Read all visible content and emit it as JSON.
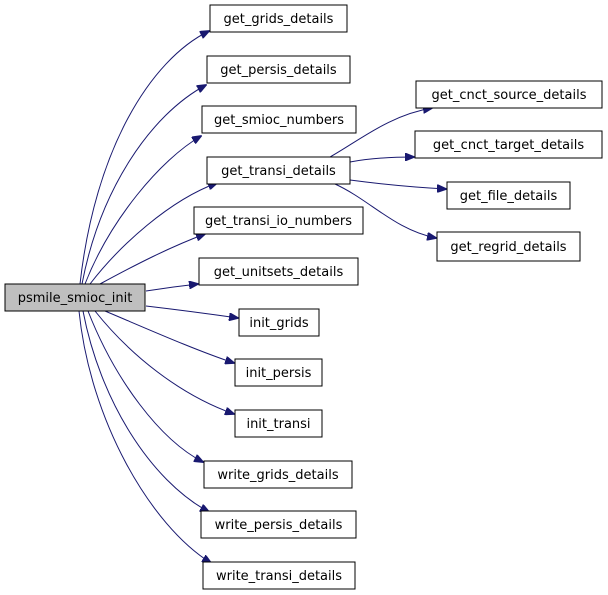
{
  "graph": {
    "root": "psmile_smioc_init",
    "nodes": {
      "root": "psmile_smioc_init",
      "get_grids_details": "get_grids_details",
      "get_persis_details": "get_persis_details",
      "get_smioc_numbers": "get_smioc_numbers",
      "get_transi_details": "get_transi_details",
      "get_transi_io_numbers": "get_transi_io_numbers",
      "get_unitsets_details": "get_unitsets_details",
      "init_grids": "init_grids",
      "init_persis": "init_persis",
      "init_transi": "init_transi",
      "write_grids_details": "write_grids_details",
      "write_persis_details": "write_persis_details",
      "write_transi_details": "write_transi_details",
      "get_cnct_source_details": "get_cnct_source_details",
      "get_cnct_target_details": "get_cnct_target_details",
      "get_file_details": "get_file_details",
      "get_regrid_details": "get_regrid_details"
    },
    "edges": [
      [
        "psmile_smioc_init",
        "get_grids_details"
      ],
      [
        "psmile_smioc_init",
        "get_persis_details"
      ],
      [
        "psmile_smioc_init",
        "get_smioc_numbers"
      ],
      [
        "psmile_smioc_init",
        "get_transi_details"
      ],
      [
        "psmile_smioc_init",
        "get_transi_io_numbers"
      ],
      [
        "psmile_smioc_init",
        "get_unitsets_details"
      ],
      [
        "psmile_smioc_init",
        "init_grids"
      ],
      [
        "psmile_smioc_init",
        "init_persis"
      ],
      [
        "psmile_smioc_init",
        "init_transi"
      ],
      [
        "psmile_smioc_init",
        "write_grids_details"
      ],
      [
        "psmile_smioc_init",
        "write_persis_details"
      ],
      [
        "psmile_smioc_init",
        "write_transi_details"
      ],
      [
        "get_transi_details",
        "get_cnct_source_details"
      ],
      [
        "get_transi_details",
        "get_cnct_target_details"
      ],
      [
        "get_transi_details",
        "get_file_details"
      ],
      [
        "get_transi_details",
        "get_regrid_details"
      ]
    ]
  },
  "colors": {
    "edge": "#191970",
    "root_fill": "#bfbfbf",
    "node_fill": "#ffffff",
    "node_stroke": "#000000"
  }
}
